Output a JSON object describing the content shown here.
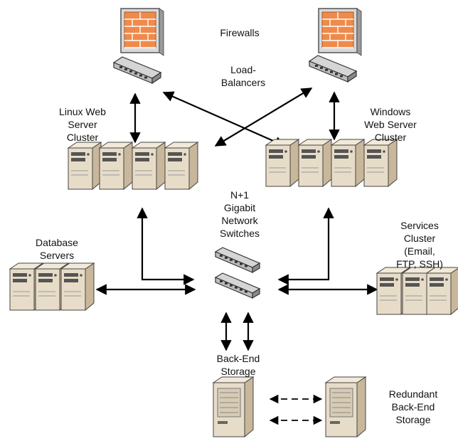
{
  "labels": {
    "firewalls": "Firewalls",
    "load_balancers": "Load-\nBalancers",
    "linux_cluster": "Linux Web\nServer\nCluster",
    "windows_cluster": "Windows\nWeb Server\nCluster",
    "switches": "N+1\nGigabit\nNetwork\nSwitches",
    "database_servers": "Database\nServers",
    "services_cluster": "Services\nCluster\n(Email,\nFTP, SSH)",
    "backend_storage": "Back-End\nStorage",
    "redundant_storage": "Redundant\nBack-End\nStorage"
  },
  "icons": {
    "firewall": "firewall-icon",
    "load_balancer": "load-balancer-icon",
    "server": "server-tower-icon",
    "switch": "network-switch-icon",
    "storage": "storage-cabinet-icon"
  },
  "colors": {
    "firewall_brick": "#f08a4b",
    "server_body": "#e7dcc8",
    "device_gray": "#bcbcbc",
    "arrow": "#000000"
  }
}
